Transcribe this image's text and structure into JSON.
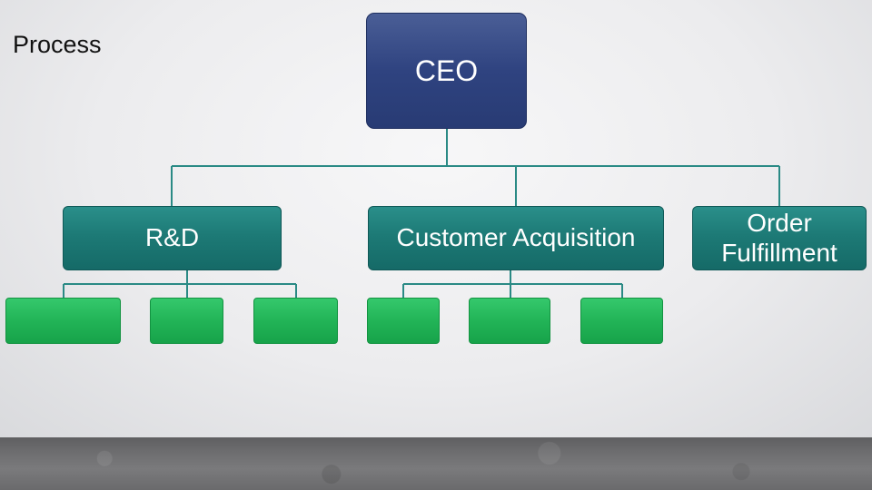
{
  "page": {
    "title": "Process"
  },
  "org": {
    "root": {
      "label": "CEO"
    },
    "departments": [
      {
        "label": "R&D"
      },
      {
        "label": "Customer Acquisition"
      },
      {
        "label": "Order Fulfillment"
      }
    ],
    "sub_units": {
      "rnd_count": 3,
      "acquisition_count": 3,
      "fulfillment_count": 0
    }
  },
  "colors": {
    "root_fill": "#2f4380",
    "department_fill": "#1d7a76",
    "sub_unit_fill": "#22b457",
    "connector": "#2a8a85"
  }
}
